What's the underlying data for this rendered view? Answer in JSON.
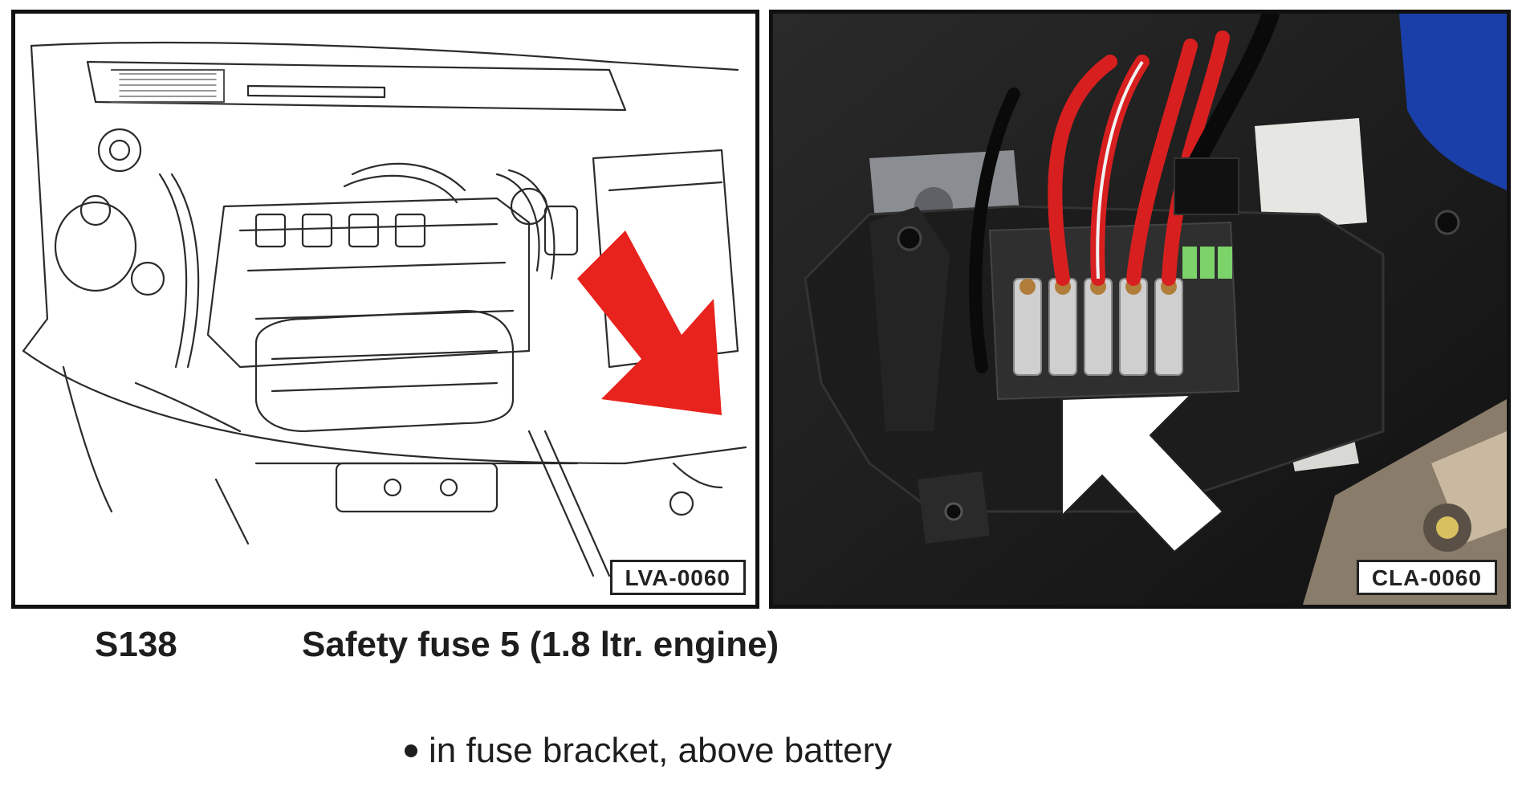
{
  "figures": {
    "left": {
      "reference_code": "LVA-0060",
      "arrow_color": "#e8221d"
    },
    "right": {
      "reference_code": "CLA-0060",
      "arrow_color": "#ffffff"
    }
  },
  "component": {
    "code": "S138",
    "title": "Safety fuse 5 (1.8 ltr. engine)",
    "location": "in fuse bracket, above battery"
  }
}
